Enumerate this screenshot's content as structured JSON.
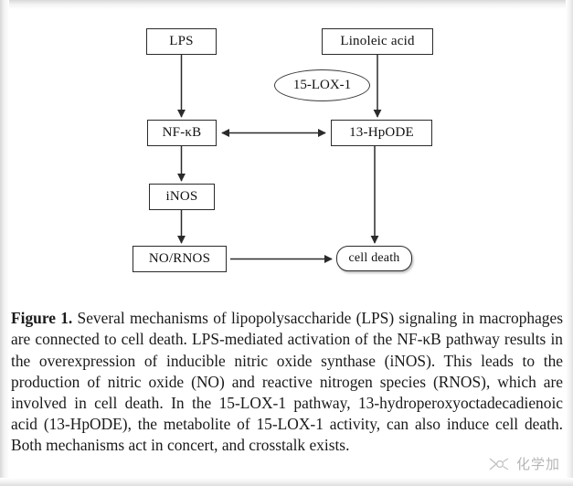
{
  "figure": {
    "label": "Figure 1.",
    "caption_text": " Several mechanisms of lipopolysaccharide (LPS) signaling in macrophages are connected to cell death. LPS-mediated activation of the NF-κB pathway results in the overexpression of inducible nitric oxide synthase (iNOS). This leads to the production of nitric oxide (NO) and reactive nitrogen species (RNOS), which are involved in cell death. In the 15-LOX-1 pathway, 13-hydroperoxyoctadecadienoic acid (13-HpODE), the metabolite of 15-LOX-1 activity, can also induce cell death. Both mechanisms act in concert, and crosstalk exists."
  },
  "diagram": {
    "type": "flowchart",
    "nodes": [
      {
        "id": "lps",
        "label": "LPS",
        "shape": "rect"
      },
      {
        "id": "linoleic",
        "label": "Linoleic acid",
        "shape": "rect"
      },
      {
        "id": "lox",
        "label": "15-LOX-1",
        "shape": "ellipse"
      },
      {
        "id": "nfkb",
        "label": "NF-κB",
        "shape": "rect"
      },
      {
        "id": "hpode",
        "label": "13-HpODE",
        "shape": "rect"
      },
      {
        "id": "inos",
        "label": "iNOS",
        "shape": "rect"
      },
      {
        "id": "nornos",
        "label": "NO/RNOS",
        "shape": "rect"
      },
      {
        "id": "celldeath",
        "label": "cell death",
        "shape": "rounded-rect"
      }
    ],
    "edges": [
      {
        "from": "lps",
        "to": "nfkb",
        "direction": "down",
        "arrow": "single"
      },
      {
        "from": "linoleic",
        "to": "hpode",
        "direction": "down",
        "arrow": "single"
      },
      {
        "from": "nfkb",
        "to": "hpode",
        "direction": "horizontal",
        "arrow": "double"
      },
      {
        "from": "nfkb",
        "to": "inos",
        "direction": "down",
        "arrow": "single"
      },
      {
        "from": "inos",
        "to": "nornos",
        "direction": "down",
        "arrow": "single"
      },
      {
        "from": "nornos",
        "to": "celldeath",
        "direction": "right",
        "arrow": "single"
      },
      {
        "from": "hpode",
        "to": "celldeath",
        "direction": "down",
        "arrow": "single"
      }
    ],
    "colors": {
      "stroke": "#2b2b2b",
      "fill": "#ffffff",
      "text": "#111111"
    }
  },
  "watermark": {
    "text": "化学加"
  }
}
